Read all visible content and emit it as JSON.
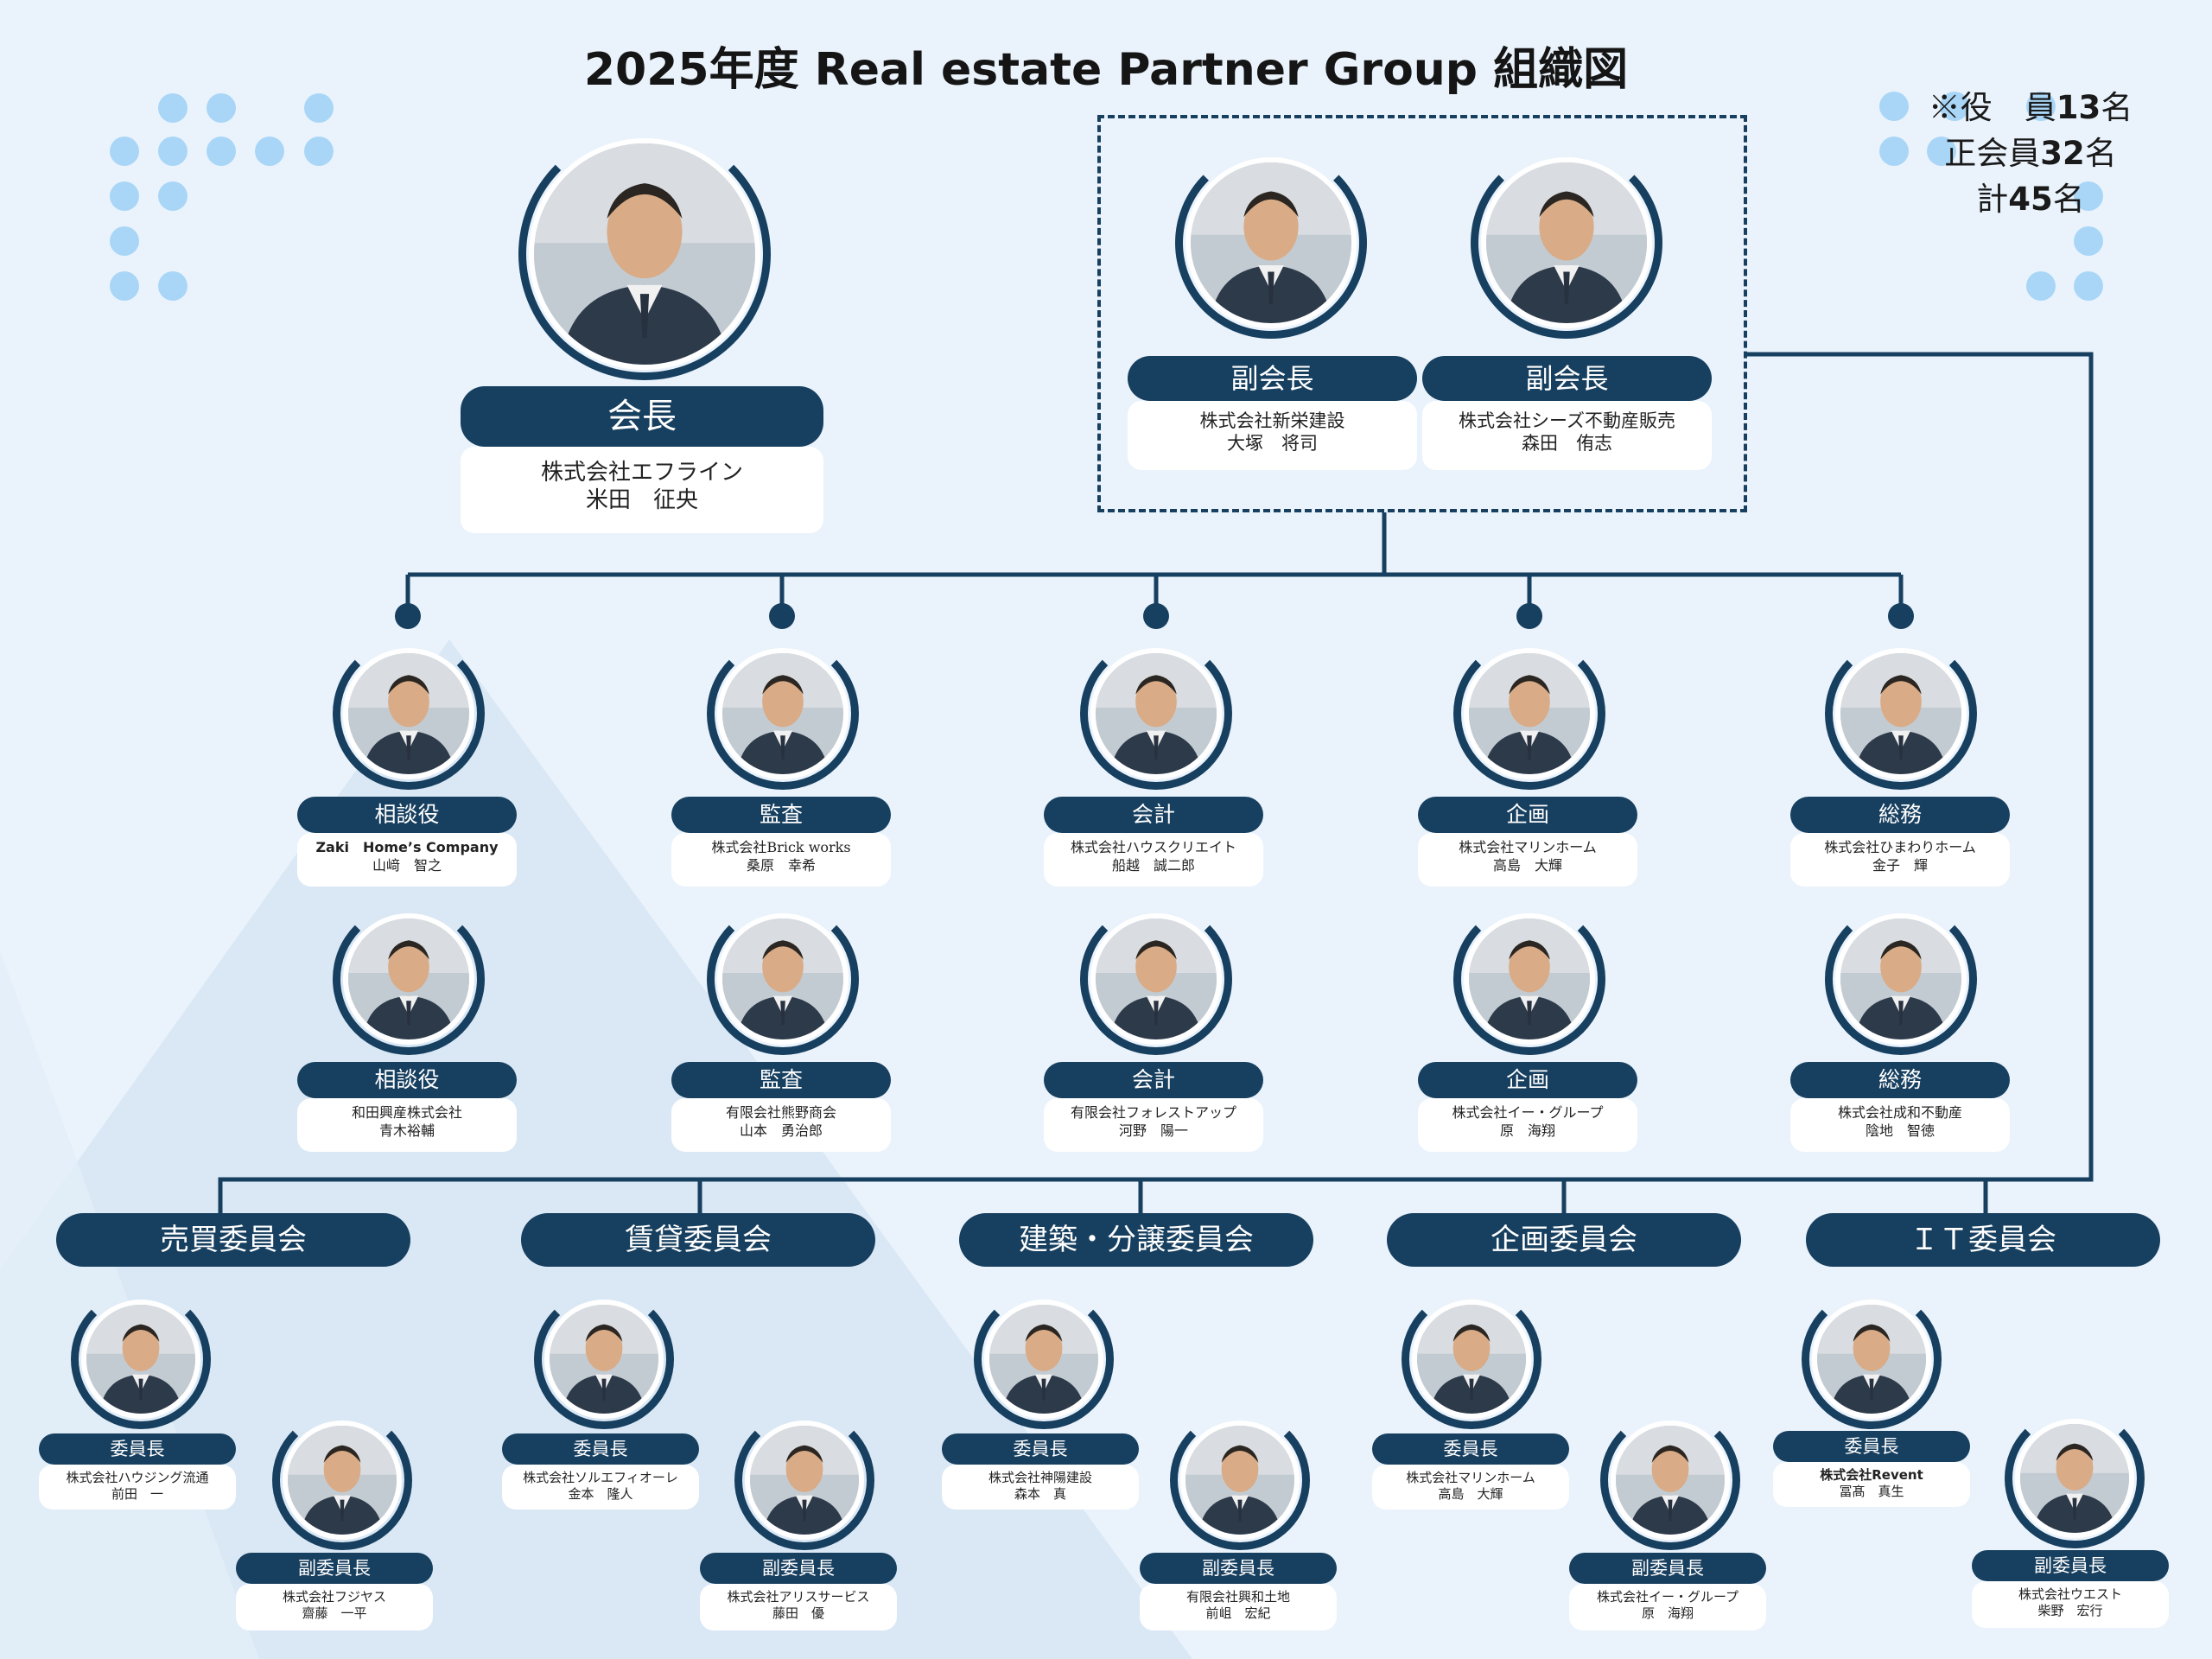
{
  "title": "2025年度 Real estate Partner Group 組織図",
  "counts": {
    "officers_label": "※役　員",
    "officers_num": "13",
    "officers_unit": "名",
    "regular_label": "正会員",
    "regular_num": "32",
    "regular_unit": "名",
    "total_label": "計",
    "total_num": "45",
    "total_unit": "名"
  },
  "chairman": {
    "role": "会長",
    "company": "株式会社エフライン",
    "name": "米田　征央"
  },
  "vice_chairs": [
    {
      "role": "副会長",
      "company": "株式会社新栄建設",
      "name": "大塚　将司"
    },
    {
      "role": "副会長",
      "company": "株式会社シーズ不動産販売",
      "name": "森田　侑志"
    }
  ],
  "officers": [
    {
      "role": "相談役",
      "company": "Zaki　Home’s Company",
      "name": "山﨑　智之"
    },
    {
      "role": "監査",
      "company": "株式会社Brick works",
      "name": "桑原　幸希"
    },
    {
      "role": "会計",
      "company": "株式会社ハウスクリエイト",
      "name": "船越　誠二郎"
    },
    {
      "role": "企画",
      "company": "株式会社マリンホーム",
      "name": "高島　大輝"
    },
    {
      "role": "総務",
      "company": "株式会社ひまわりホーム",
      "name": "金子　輝"
    },
    {
      "role": "相談役",
      "company": "和田興産株式会社",
      "name": "青木裕輔"
    },
    {
      "role": "監査",
      "company": "有限会社熊野商会",
      "name": "山本　勇治郎"
    },
    {
      "role": "会計",
      "company": "有限会社フォレストアップ",
      "name": "河野　陽一"
    },
    {
      "role": "企画",
      "company": "株式会社イー・グループ",
      "name": "原　海翔"
    },
    {
      "role": "総務",
      "company": "株式会社成和不動産",
      "name": "陰地　智徳"
    }
  ],
  "committees": [
    {
      "name": "売買委員会",
      "chair": {
        "role": "委員長",
        "company": "株式会社ハウジング流通",
        "name": "前田　一"
      },
      "vice": {
        "role": "副委員長",
        "company": "株式会社フジヤス",
        "name": "齋藤　一平"
      }
    },
    {
      "name": "賃貸委員会",
      "chair": {
        "role": "委員長",
        "company": "株式会社ソルエフィオーレ",
        "name": "金本　隆人"
      },
      "vice": {
        "role": "副委員長",
        "company": "株式会社アリスサービス",
        "name": "藤田　優"
      }
    },
    {
      "name": "建築・分譲委員会",
      "chair": {
        "role": "委員長",
        "company": "株式会社神陽建設",
        "name": "森本　真"
      },
      "vice": {
        "role": "副委員長",
        "company": "有限会社興和土地",
        "name": "前岨　宏紀"
      }
    },
    {
      "name": "企画委員会",
      "chair": {
        "role": "委員長",
        "company": "株式会社マリンホーム",
        "name": "高島　大輝"
      },
      "vice": {
        "role": "副委員長",
        "company": "株式会社イー・グループ",
        "name": "原　海翔"
      }
    },
    {
      "name": "ＩＴ委員会",
      "chair": {
        "role": "委員長",
        "company": "株式会社Revent",
        "name": "冨髙　真生"
      },
      "vice": {
        "role": "副委員長",
        "company": "株式会社ウエスト",
        "name": "柴野　宏行"
      }
    }
  ],
  "colors": {
    "navy": "#173f5f",
    "background": "#eaf3fc",
    "dot": "#a9d6f7",
    "card": "#ffffff"
  }
}
